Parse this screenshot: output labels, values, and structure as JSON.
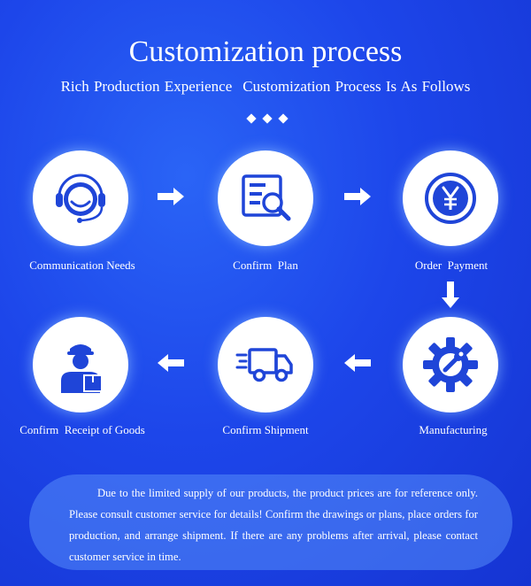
{
  "header": {
    "title": "Customization process",
    "subtitle_left": "Rich Production Experience",
    "subtitle_right": "Customization Process Is As Follows"
  },
  "steps": [
    {
      "label": "Communication Needs",
      "icon": "headset-icon"
    },
    {
      "label": "Confirm  Plan",
      "icon": "document-search-icon"
    },
    {
      "label": "Order  Payment",
      "icon": "yen-coin-icon"
    },
    {
      "label": "Manufacturing",
      "icon": "gear-wrench-icon"
    },
    {
      "label": "Confirm Shipment",
      "icon": "delivery-truck-icon"
    },
    {
      "label": "Confirm  Receipt of Goods",
      "icon": "courier-package-icon"
    }
  ],
  "note": {
    "text": "Due to the limited supply of our products, the product prices are for reference only. Please consult customer service for details! Confirm the drawings or plans, place orders for production, and arrange shipment. If there are any problems after arrival, please contact customer service in time."
  },
  "colors": {
    "background": "#1d46ea",
    "icon": "#1f45d8",
    "circle": "#ffffff"
  }
}
